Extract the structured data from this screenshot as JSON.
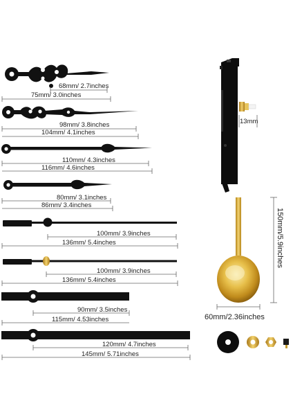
{
  "hands": [
    {
      "short": "68mm/ 2.7inches",
      "long": "75mm/ 3.0inches"
    },
    {
      "short": "98mm/ 3.8inches",
      "long": "104mm/ 4.1inches"
    },
    {
      "short": "110mm/ 4.3inches",
      "long": "116mm/ 4.6inches"
    },
    {
      "short": "80mm/ 3.1inches",
      "long": "86mm/ 3.4inches"
    },
    {
      "short": "100mm/ 3.9inches",
      "long": "136mm/ 5.4inches"
    },
    {
      "short": "100mm/ 3.9inches",
      "long": "136mm/ 5.4inches"
    },
    {
      "short": "90mm/ 3.5inches",
      "long": "115mm/ 4.53inches"
    },
    {
      "short": "120mm/ 4.7inches",
      "long": "145mm/ 5.71inches"
    }
  ],
  "movement": {
    "shaft_label": "13mm"
  },
  "pendulum": {
    "height_label": "150mm/5.9inches",
    "width_label": "60mm/2.36inches"
  },
  "colors": {
    "hand": "#111111",
    "gold": "#d4a530",
    "gold_light": "#f6dc82",
    "movement": "#0d0d0d"
  }
}
